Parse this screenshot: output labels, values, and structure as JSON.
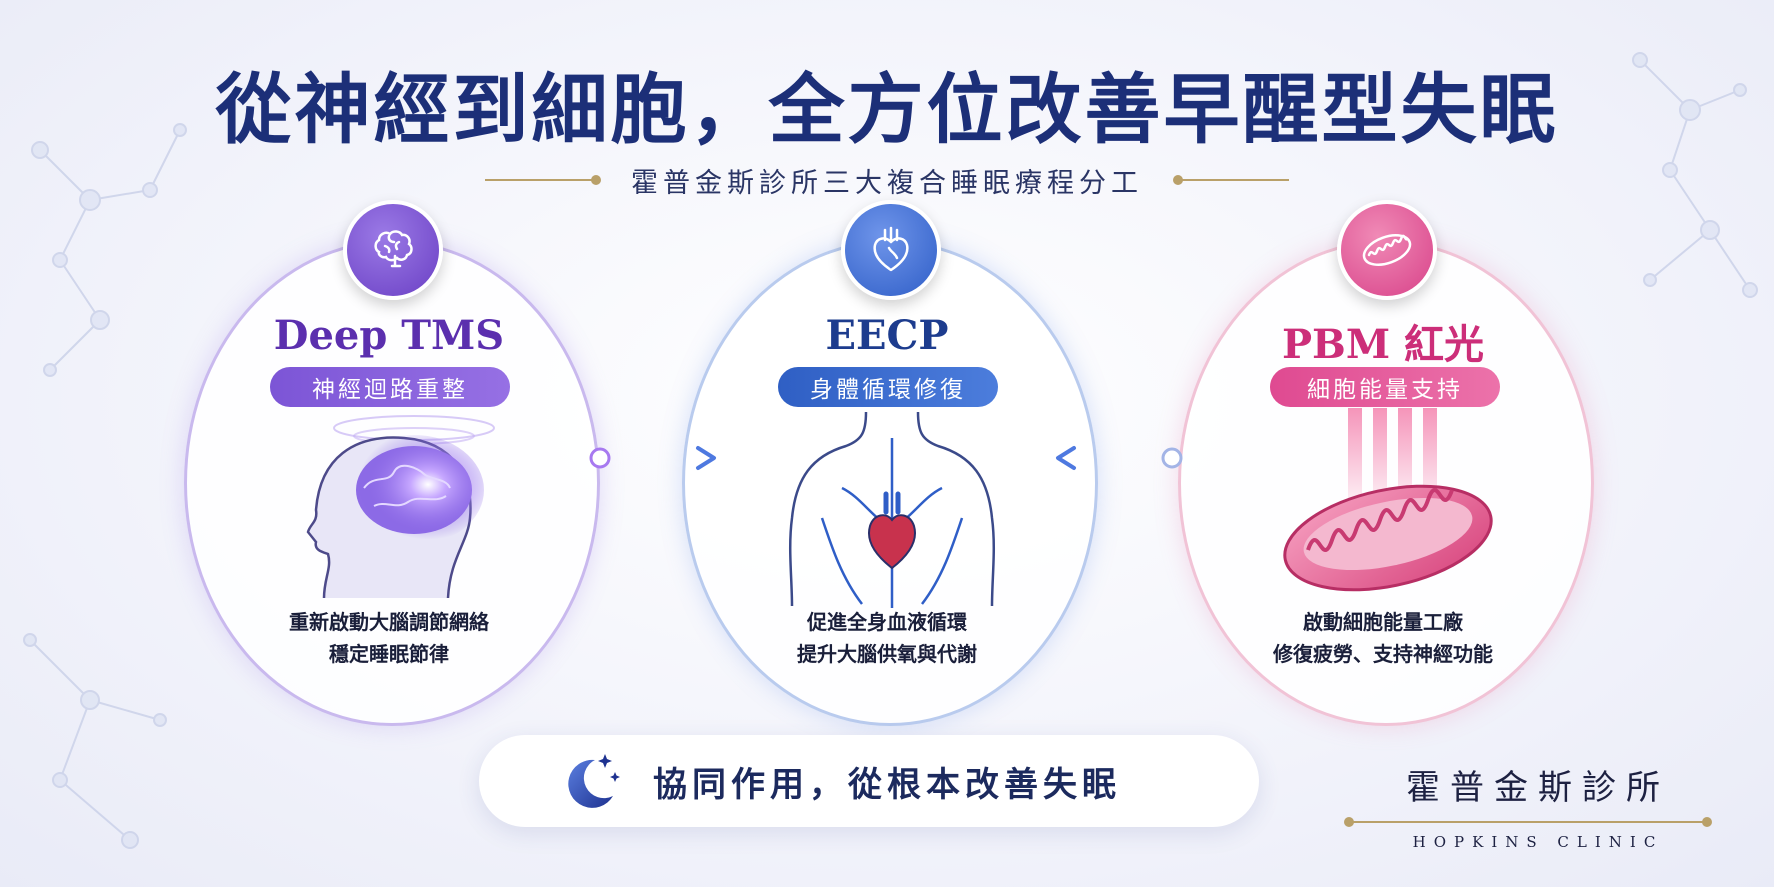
{
  "title": "從神經到細胞，全方位改善早醒型失眠",
  "subtitle": "霍普金斯診所三大複合睡眠療程分工",
  "treatments": [
    {
      "name": "Deep TMS",
      "tag": "神經迴路重整",
      "desc": [
        "重新啟動大腦調節網絡",
        "穩定睡眠節律"
      ],
      "icon": "brain-icon",
      "color": "#6a3fc4"
    },
    {
      "name": "EECP",
      "tag": "身體循環修復",
      "desc": [
        "促進全身血液循環",
        "提升大腦供氧與代謝"
      ],
      "icon": "heart-icon",
      "color": "#2f5ec7"
    },
    {
      "name": "PBM 紅光",
      "tag": "細胞能量支持",
      "desc": [
        "啟動細胞能量工廠",
        "修復疲勞、支持神經功能"
      ],
      "icon": "mitochondria-icon",
      "color": "#d84289"
    }
  ],
  "footer": {
    "text": "協同作用，從根本改善失眠",
    "icon": "moon-stars-icon"
  },
  "clinic": {
    "name_zh": "霍普金斯診所",
    "name_en": "HOPKINS CLINIC"
  }
}
